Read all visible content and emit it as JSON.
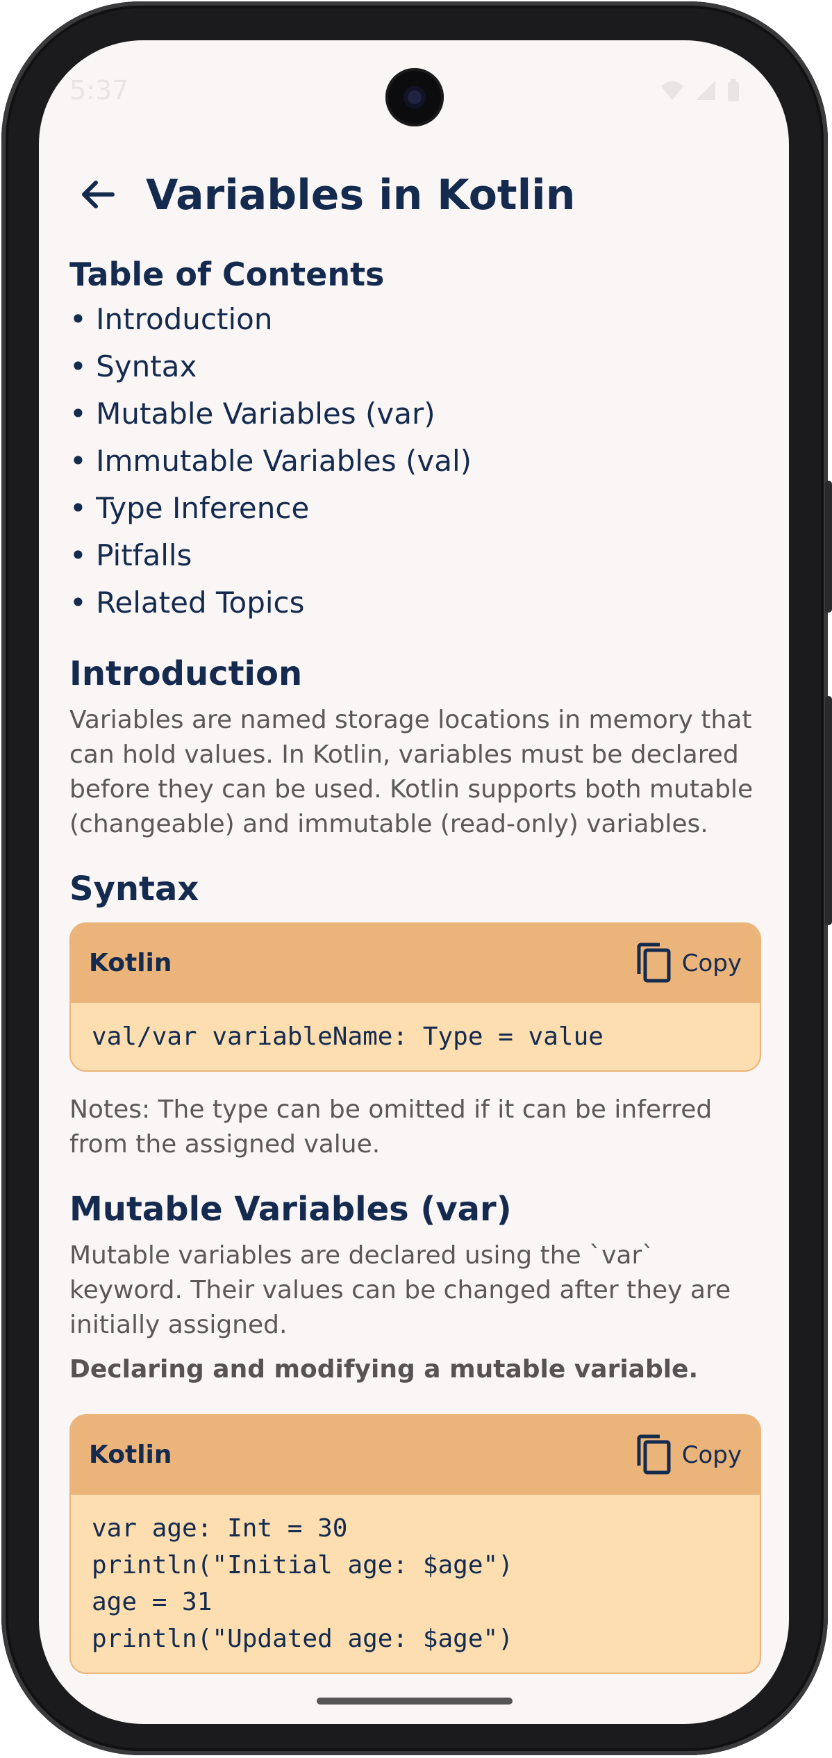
{
  "status": {
    "time": "5:37"
  },
  "header": {
    "title": "Variables in Kotlin"
  },
  "toc": {
    "title": "Table of Contents",
    "items": [
      "• Introduction",
      "• Syntax",
      "• Mutable Variables (var)",
      "• Immutable Variables (val)",
      "• Type Inference",
      "• Pitfalls",
      "• Related Topics"
    ]
  },
  "intro": {
    "heading": "Introduction",
    "text": "Variables are named storage locations in memory that can hold values. In Kotlin, variables must be declared before they can be used. Kotlin supports both mutable (changeable) and immutable (read-only) variables."
  },
  "syntax": {
    "heading": "Syntax",
    "code_lang": "Kotlin",
    "copy_label": "Copy",
    "code": "val/var variableName: Type = value",
    "notes": "Notes: The type can be omitted if it can be inferred from the assigned value."
  },
  "mutable": {
    "heading": "Mutable Variables (var)",
    "text": "Mutable variables are declared using the `var` keyword. Their values can be changed after they are initially assigned.",
    "example_title": "Declaring and modifying a mutable variable.",
    "code_lang": "Kotlin",
    "copy_label": "Copy",
    "code": "var age: Int = 30\nprintln(\"Initial age: $age\")\nage = 31\nprintln(\"Updated age: $age\")"
  },
  "colors": {
    "title": "#142a4f",
    "code_header": "#eab47a",
    "code_bg": "#fcdeb0",
    "background": "#faf6f5"
  }
}
